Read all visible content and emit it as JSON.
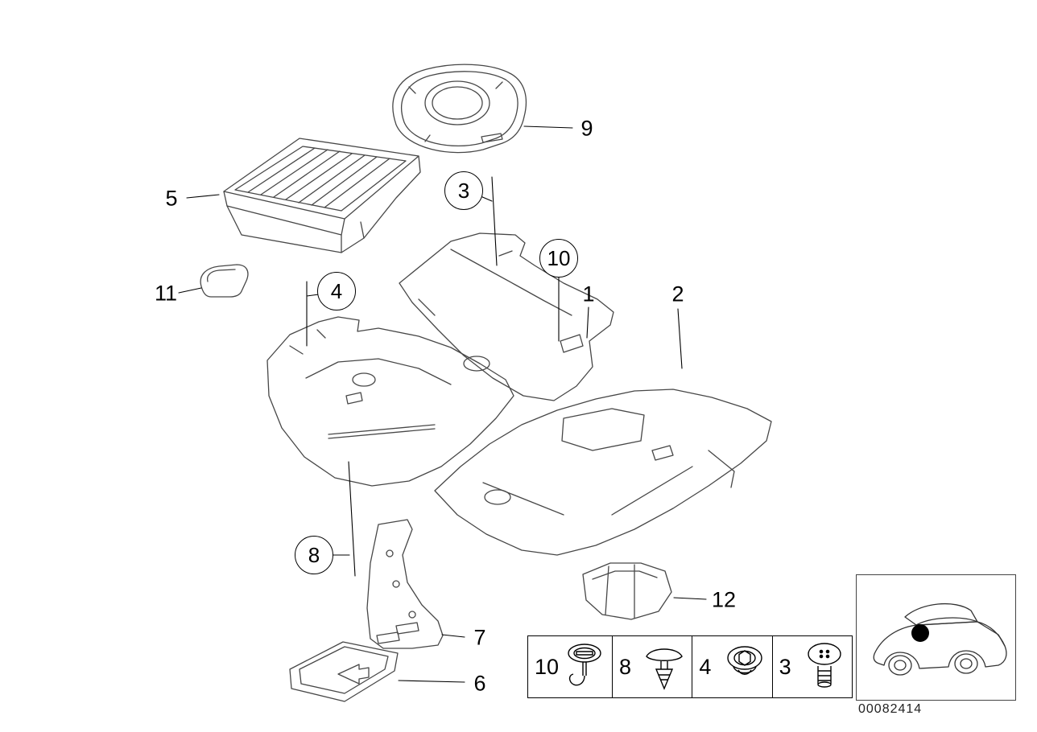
{
  "colors": {
    "line": "#474747",
    "callout": "#000000",
    "marker": "#000000"
  },
  "doc_number": "00082414",
  "callouts": {
    "1": "1",
    "2": "2",
    "3": "3",
    "4": "4",
    "5": "5",
    "6": "6",
    "7": "7",
    "8": "8",
    "9": "9",
    "10": "10",
    "11": "11",
    "12": "12"
  },
  "legend": {
    "items": [
      {
        "label": "10",
        "icon": "slotted-twist-fastener-icon"
      },
      {
        "label": "8",
        "icon": "expanding-rivet-icon"
      },
      {
        "label": "4",
        "icon": "plastic-nut-icon"
      },
      {
        "label": "3",
        "icon": "push-button-plug-icon"
      }
    ]
  },
  "car_inset": {
    "marker": "floor-location-dot",
    "marker_color": "#000000"
  }
}
